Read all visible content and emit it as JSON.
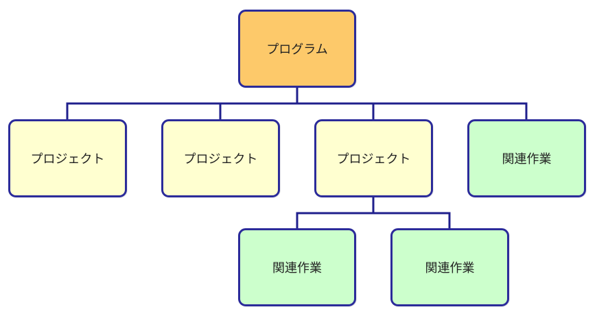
{
  "diagram": {
    "root": {
      "label": "プログラム",
      "color": "#fdc96a"
    },
    "children": [
      {
        "label": "プロジェクト",
        "kind": "project",
        "color": "#ffffd0"
      },
      {
        "label": "プロジェクト",
        "kind": "project",
        "color": "#ffffd0"
      },
      {
        "label": "プロジェクト",
        "kind": "project",
        "color": "#ffffd0",
        "children": [
          {
            "label": "関連作業",
            "kind": "task",
            "color": "#ccffcc"
          },
          {
            "label": "関連作業",
            "kind": "task",
            "color": "#ccffcc"
          }
        ]
      },
      {
        "label": "関連作業",
        "kind": "task",
        "color": "#ccffcc"
      }
    ],
    "line_color": "#1f1f8c",
    "border_color": "#2b2b9a"
  }
}
